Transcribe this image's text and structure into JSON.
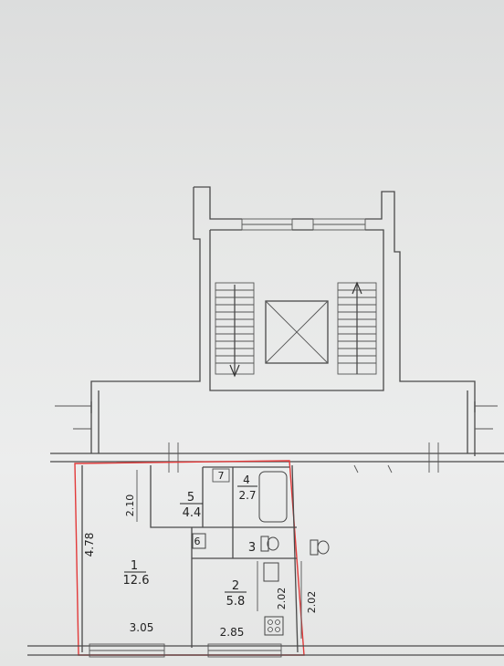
{
  "rooms": [
    {
      "number": "1",
      "area": "12.6"
    },
    {
      "number": "2",
      "area": "5.8"
    },
    {
      "number": "3",
      "area": ""
    },
    {
      "number": "4",
      "area": "2.7"
    },
    {
      "number": "5",
      "area": "4.4"
    },
    {
      "number": "6",
      "area": ""
    },
    {
      "number": "7",
      "area": ""
    }
  ],
  "dimensions": {
    "left_height": "4.78",
    "hall_height": "2.10",
    "width_room1": "3.05",
    "width_room2": "2.85",
    "kitchen_depth_inner": "2.02",
    "kitchen_depth_outer": "2.02"
  },
  "colors": {
    "wall": "#4a4a4a",
    "apartment_outline": "#e23a3a"
  },
  "icons": [
    "stair-arrow-down-icon",
    "stair-arrow-up-icon",
    "elevator-shaft-icon",
    "bathtub-icon",
    "toilet-icon",
    "sink-icon",
    "stove-icon"
  ]
}
